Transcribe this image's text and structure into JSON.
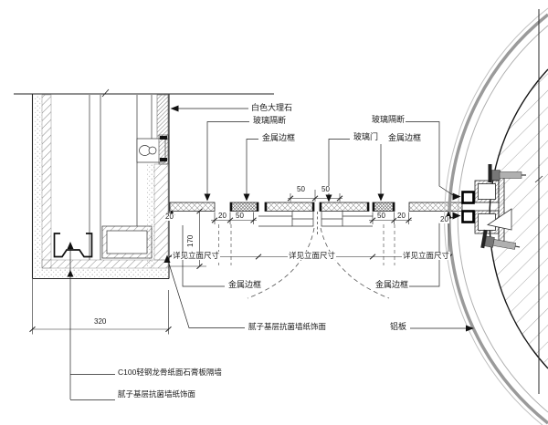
{
  "drawing": {
    "annotations": {
      "marble": "白色大理石",
      "glass_partition_left": "玻璃隔断",
      "glass_partition_right": "玻璃隔断",
      "metal_frame_upper_left": "金属边框",
      "metal_frame_upper_right": "金属边框",
      "metal_frame_lower_left": "金属边框",
      "metal_frame_lower_right": "金属边框",
      "glass_door": "玻璃门",
      "wallpaper_finish_mid": "腻子基层抗菌墙纸饰面",
      "wallpaper_finish_bottom": "腻子基层抗菌墙纸饰面",
      "aluminum_panel": "铝板",
      "steel_stud_partition": "C100轻钢龙骨纸面石膏板隔墙",
      "see_elevation_left": "详见立面尺寸",
      "see_elevation_middle": "详见立面尺寸",
      "see_elevation_right": "详见立面尺寸"
    },
    "dimensions": {
      "wall_total": "320",
      "partition_depth": "170",
      "glass_at_wall": "20",
      "gap_left": "20",
      "frame_left": "50",
      "door_stile_left": "50",
      "door_stile_right": "50",
      "frame_right": "50",
      "gap_right": "20",
      "glass_at_curve": "20"
    },
    "colors": {
      "line": "#1c1c1c",
      "hatch": "#8a8a8a",
      "aluminum_arc": "#9a9a9a",
      "background": "#ffffff"
    }
  }
}
